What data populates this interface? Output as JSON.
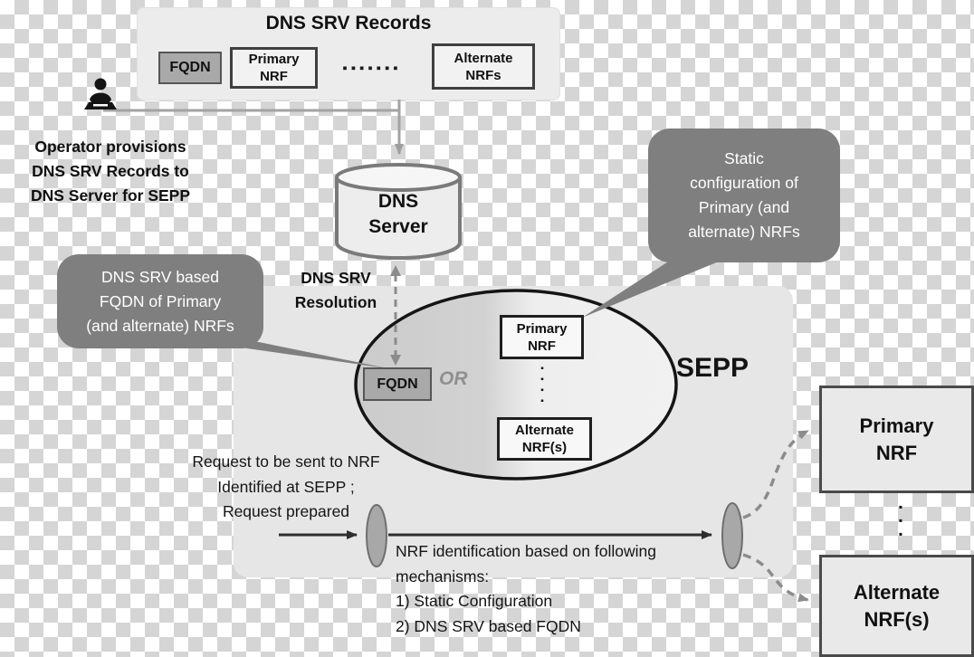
{
  "top_panel": {
    "title": "DNS SRV Records",
    "fqdn": "FQDN",
    "primary_nrf": "Primary\nNRF",
    "dots": "▪▪▪▪▪▪▪",
    "alternate_nrfs": "Alternate\nNRFs"
  },
  "operator": {
    "caption": "Operator provisions\nDNS SRV Records to\nDNS Server for SEPP"
  },
  "dns_server": {
    "label": "DNS\nServer"
  },
  "resolution_label": "DNS SRV\nResolution",
  "callouts": {
    "static_config": "Static\nconfiguration of\nPrimary (and\nalternate) NRFs",
    "dns_srv": "DNS SRV based\nFQDN of Primary\n(and alternate) NRFs"
  },
  "sepp": {
    "title": "SEPP",
    "fqdn": "FQDN",
    "or": "OR",
    "primary_nrf": "Primary\nNRF",
    "vdots": "▪\n▪\n▪\n▪",
    "alternate_nrf": "Alternate\nNRF(s)"
  },
  "request_note": "Request to be sent to NRF\nIdentified at SEPP ;\nRequest prepared",
  "mechanisms_note": "NRF identification based on following\nmechanisms:\n1)  Static Configuration\n2)  DNS SRV based FQDN",
  "right_column": {
    "primary_nrf": "Primary\nNRF",
    "vdots": "▪\n▪\n▪",
    "alternate_nrf": "Alternate\nNRF(s)"
  },
  "colors": {
    "callout_gray": "#7f7f7f",
    "panel_gray": "#ececec",
    "box_gray": "#a9a9a9",
    "line_gray": "#8c8c8c",
    "arrow_dark": "#2e2e2e"
  }
}
